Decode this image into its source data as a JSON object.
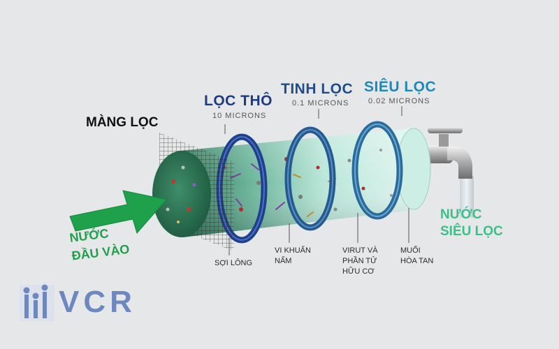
{
  "labels": {
    "membrane": "MÀNG LỌC",
    "inlet": "NƯỚC\nĐẦU VÀO",
    "outlet": "NƯỚC\nSIÊU LỌC",
    "logo": "VCR"
  },
  "stages": [
    {
      "title": "LỌC THÔ",
      "subtitle": "10 MICRONS",
      "caption": "SỢI LÔNG"
    },
    {
      "title": "TINH LỌC",
      "subtitle": "0.1 MICRONS",
      "caption": "VI KHUẨN\nNẤM"
    },
    {
      "title": "SIÊU LỌC",
      "subtitle": "0.02 MICRONS",
      "caption": "VIRUT VÀ\nPHẦN TỬ\nHỮU CƠ"
    }
  ],
  "extra_caption": "MUỐI\nHÒA TAN",
  "colors": {
    "background": "#e6e7e8",
    "cylinder_dark": "#2f7a57",
    "cylinder_light": "#d6f2ea",
    "ring": "#2a5d94",
    "arrow": "#1fa14c",
    "outlet_text": "#3dbf8a",
    "logo": "#6d88c0"
  }
}
